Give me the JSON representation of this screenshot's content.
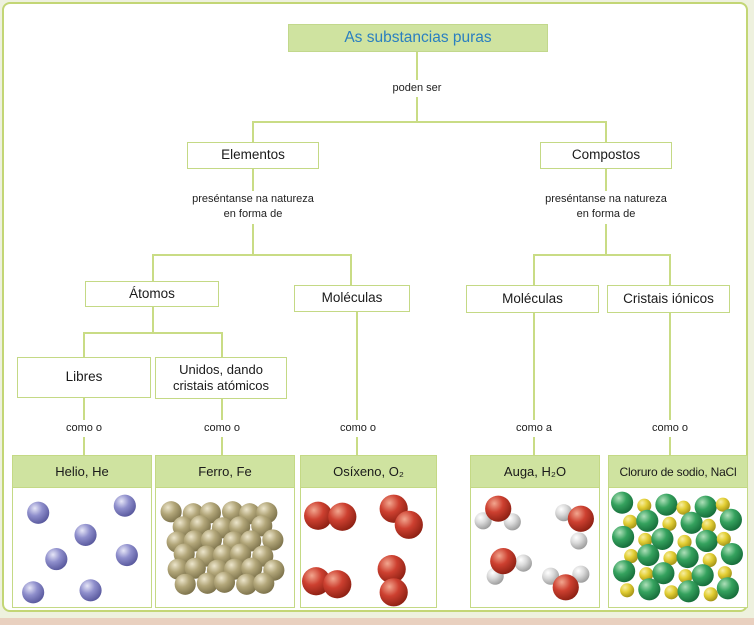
{
  "root": {
    "label": "As substancias puras",
    "connector_label": "poden ser"
  },
  "branches": {
    "elementos": {
      "label": "Elementos",
      "annotation_line1": "preséntanse na natureza",
      "annotation_line2": "en forma de"
    },
    "compostos": {
      "label": "Compostos",
      "annotation_line1": "preséntanse na natureza",
      "annotation_line2": "en forma de"
    }
  },
  "forms": {
    "atomos": {
      "label": "Átomos"
    },
    "moleculas_elementos": {
      "label": "Moléculas"
    },
    "moleculas_compostos": {
      "label": "Moléculas"
    },
    "cristais_ionicos": {
      "label": "Cristais iónicos"
    }
  },
  "atom_states": {
    "libres": {
      "label": "Libres"
    },
    "unidos": {
      "line1": "Unidos, dando",
      "line2": "cristais atómicos"
    }
  },
  "connector_labels": [
    "como o",
    "como o",
    "como o",
    "como a",
    "como o"
  ],
  "examples": [
    {
      "title": "Helio, He",
      "illustration": "scattered-atoms",
      "atom_color": "#8f8fcc"
    },
    {
      "title": "Ferro, Fe",
      "illustration": "metal-lattice",
      "atom_color": "#b2a679"
    },
    {
      "title": "Osíxeno, O₂",
      "illustration": "diatomic-molecules",
      "atom_color": "#cd4030"
    },
    {
      "title": "Auga, H₂O",
      "illustration": "water-molecules",
      "oxygen_color": "#cd4030",
      "hydrogen_color": "#d9d9d9"
    },
    {
      "title": "Cloruro de sodio, NaCl",
      "illustration": "ionic-lattice",
      "chloride_color": "#35a25e",
      "sodium_color": "#e3cf35"
    }
  ],
  "colors": {
    "accent_green_fill": "#cfe3a0",
    "box_border": "#c4d985",
    "connector_line": "#c9dc85",
    "title_text": "#2a7fc0",
    "outer_border": "#c3d675",
    "bottom_strip": "#e9d0bf"
  }
}
